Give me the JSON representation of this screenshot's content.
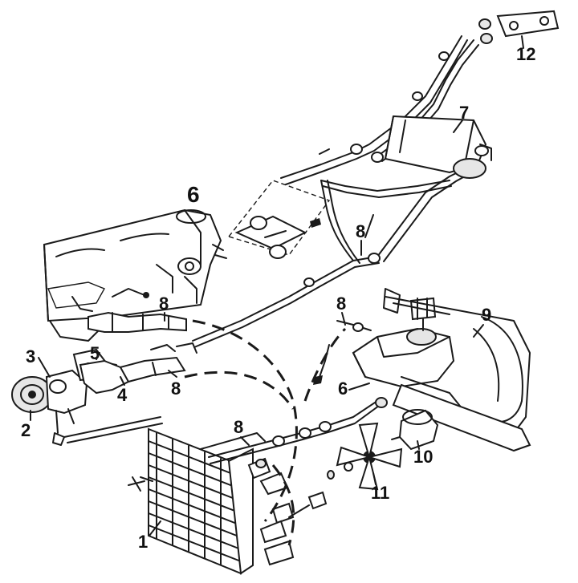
{
  "diagram": {
    "callouts": [
      {
        "id": "1",
        "text": "1"
      },
      {
        "id": "2",
        "text": "2"
      },
      {
        "id": "3",
        "text": "3"
      },
      {
        "id": "4",
        "text": "4"
      },
      {
        "id": "5",
        "text": "5"
      },
      {
        "id": "6a",
        "text": "6"
      },
      {
        "id": "6b",
        "text": "6"
      },
      {
        "id": "7",
        "text": "7"
      },
      {
        "id": "8a",
        "text": "8"
      },
      {
        "id": "8b",
        "text": "8"
      },
      {
        "id": "8c",
        "text": "8"
      },
      {
        "id": "8d",
        "text": "8"
      },
      {
        "id": "8e",
        "text": "8"
      },
      {
        "id": "9",
        "text": "9"
      },
      {
        "id": "10",
        "text": "10"
      },
      {
        "id": "11",
        "text": "11"
      },
      {
        "id": "12",
        "text": "12"
      }
    ]
  }
}
